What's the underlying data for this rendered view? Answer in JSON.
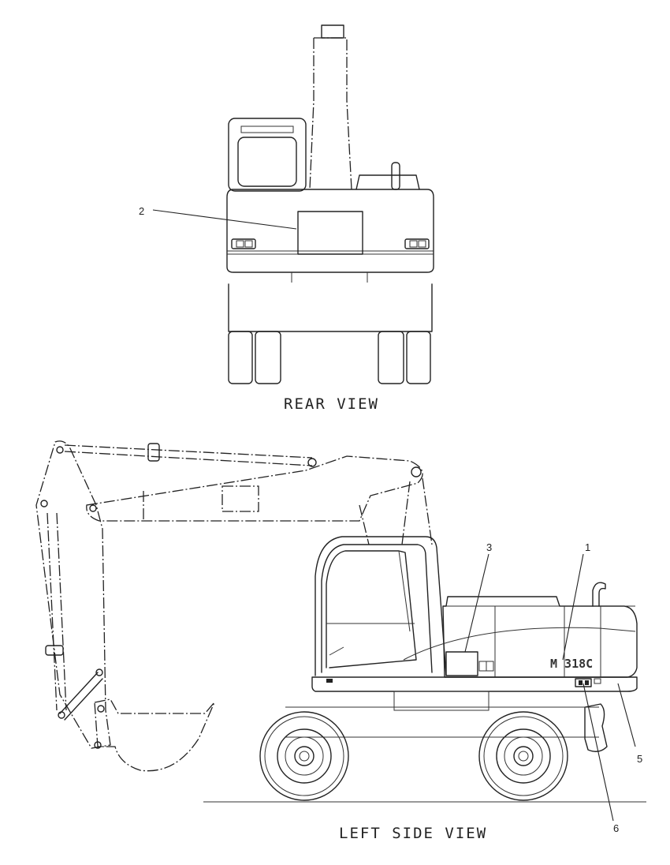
{
  "views": {
    "rear": {
      "caption": "REAR VIEW"
    },
    "left_side": {
      "caption": "LEFT SIDE VIEW",
      "model_badge": "M 318C"
    }
  },
  "callouts": [
    {
      "id": "callout-1",
      "label": "1"
    },
    {
      "id": "callout-2",
      "label": "2"
    },
    {
      "id": "callout-3",
      "label": "3"
    },
    {
      "id": "callout-5",
      "label": "5"
    },
    {
      "id": "callout-6",
      "label": "6"
    }
  ],
  "colors": {
    "line": "#222222",
    "background": "#ffffff"
  }
}
